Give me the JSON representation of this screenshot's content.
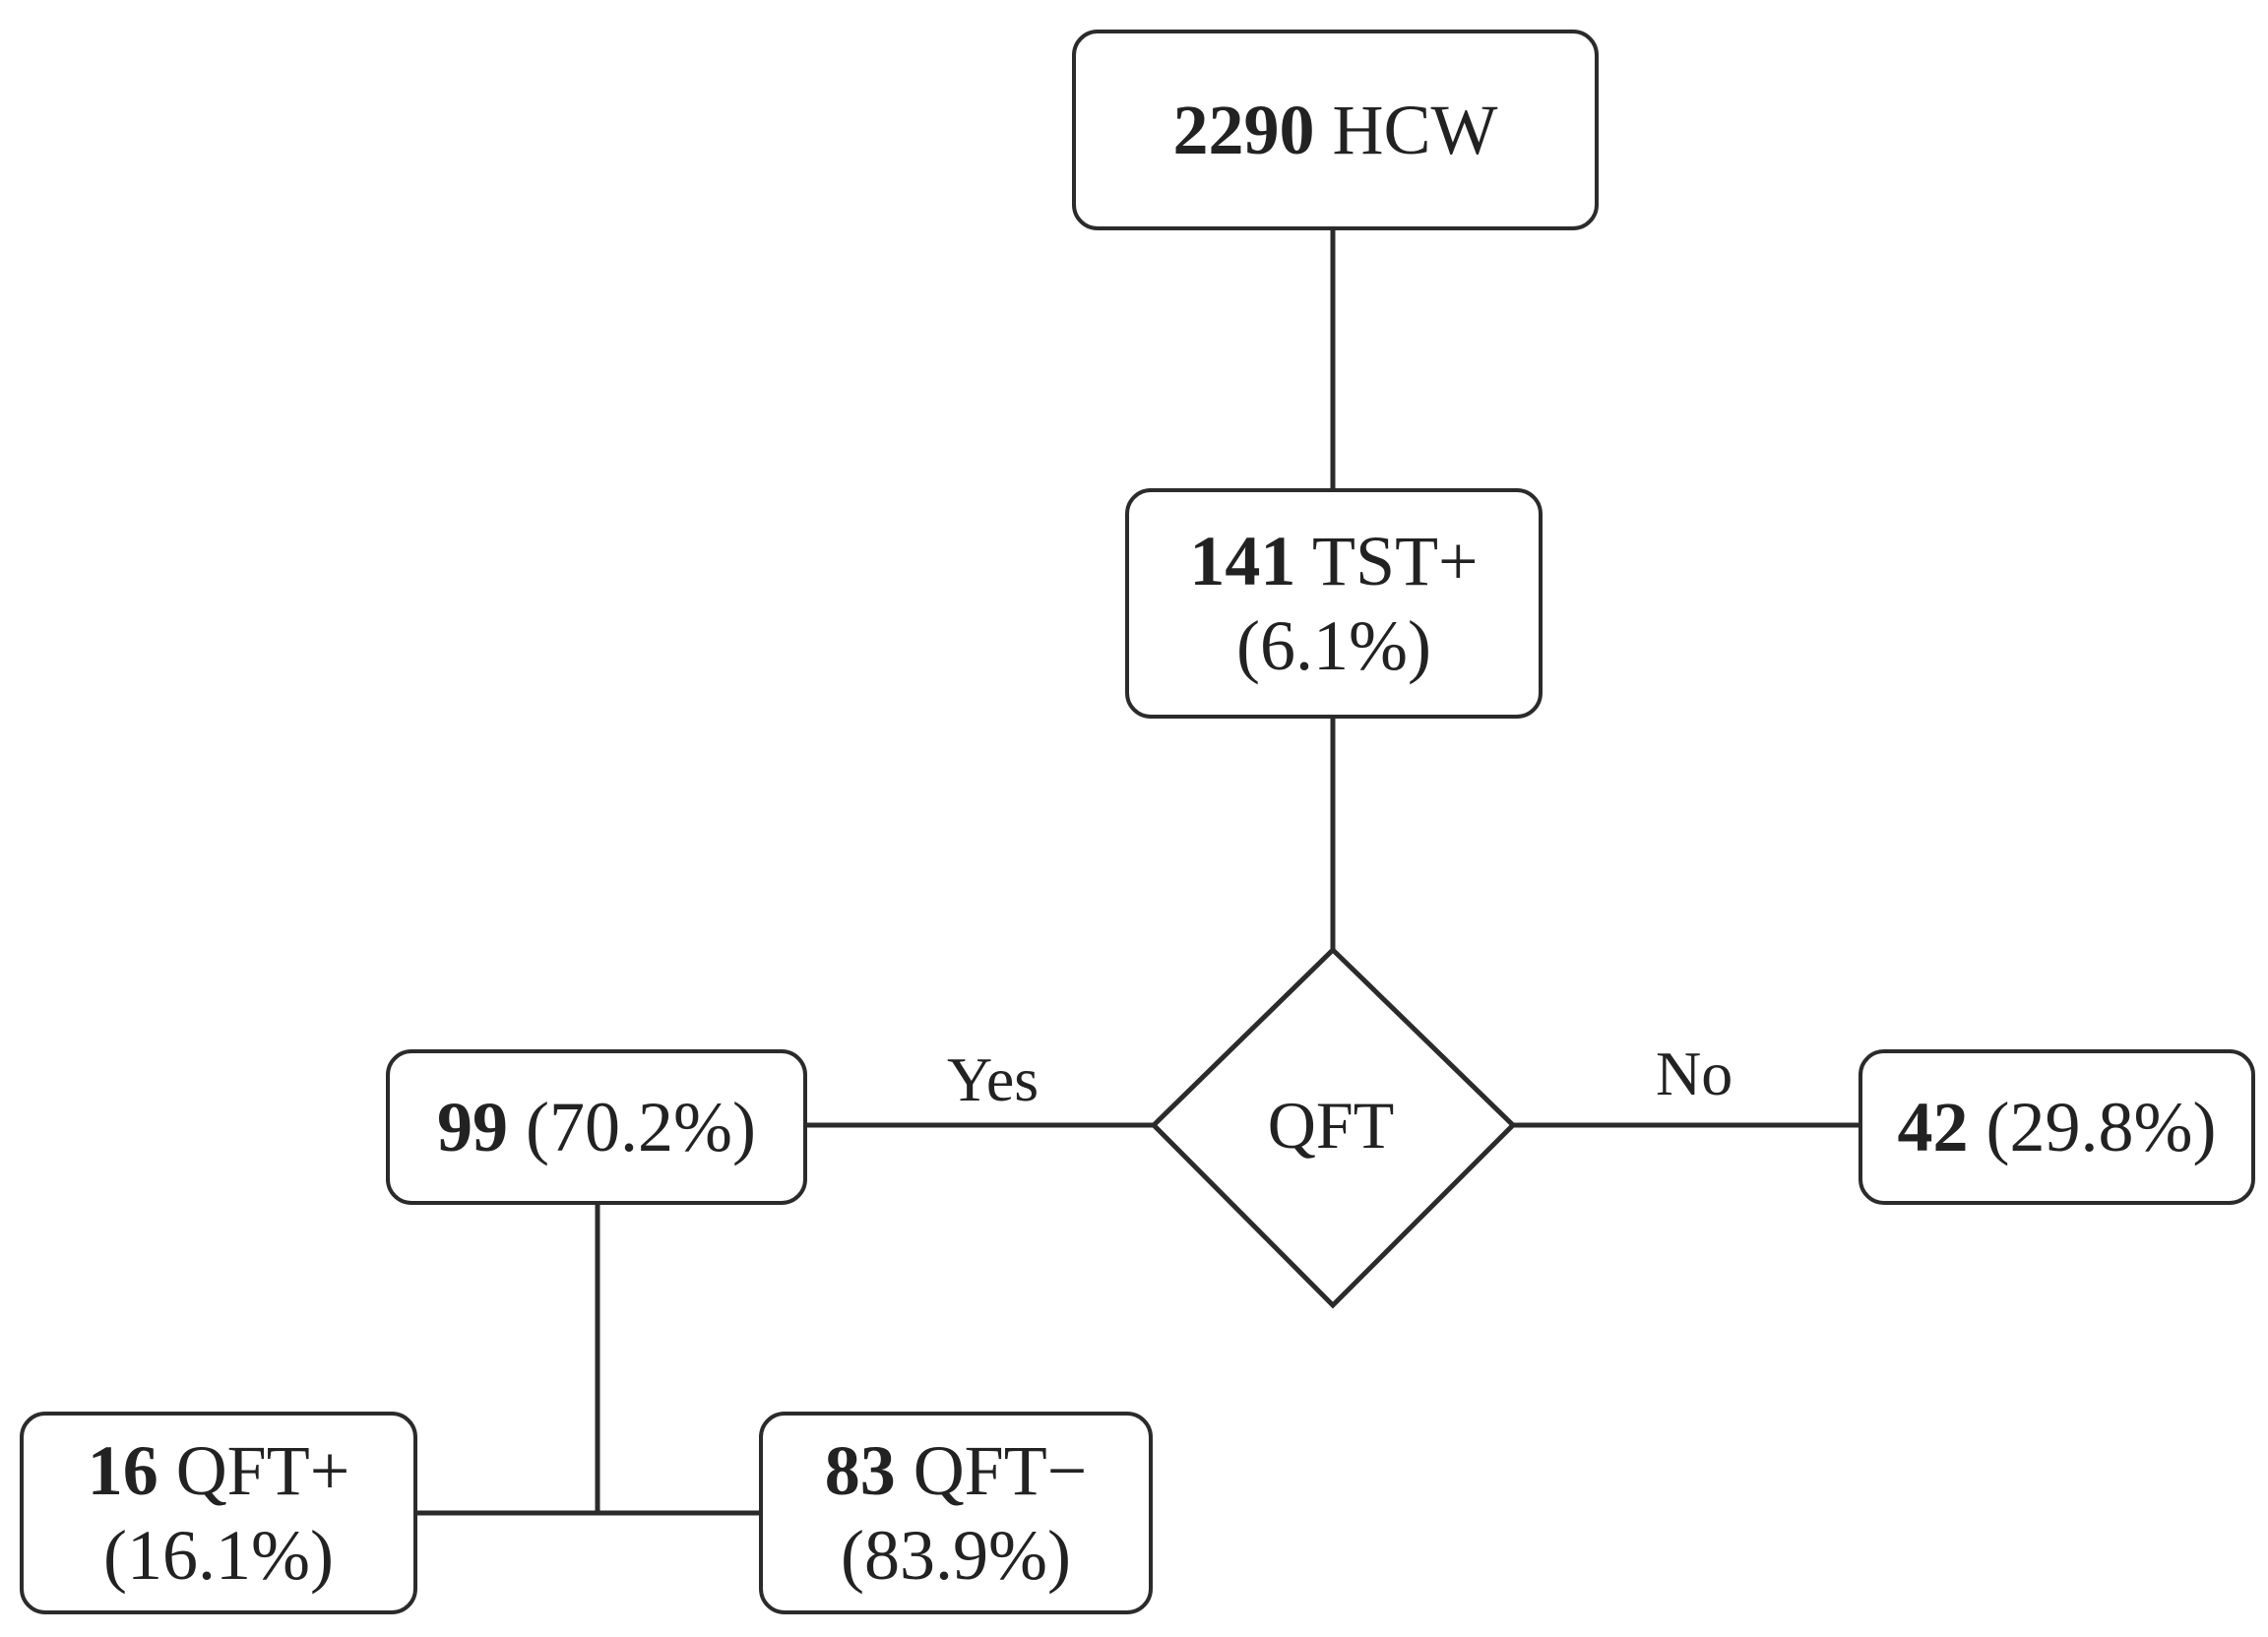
{
  "nodes": {
    "root": {
      "count": "2290",
      "label": "HCW"
    },
    "tst": {
      "count": "141",
      "label": "TST+",
      "pct": "(6.1%)"
    },
    "decision": {
      "label": "QFT"
    },
    "yes_branch": {
      "count": "99",
      "pct": "(70.2%)"
    },
    "no_branch": {
      "count": "42",
      "pct": "(29.8%)"
    },
    "qft_pos": {
      "count": "16",
      "label": "QFT+",
      "pct": "(16.1%)"
    },
    "qft_neg": {
      "count": "83",
      "label": "QFT−",
      "pct": "(83.9%)"
    }
  },
  "edges": {
    "yes_label": "Yes",
    "no_label": "No"
  },
  "colors": {
    "stroke": "#2b2b2b",
    "text": "#222222",
    "background": "#ffffff"
  }
}
